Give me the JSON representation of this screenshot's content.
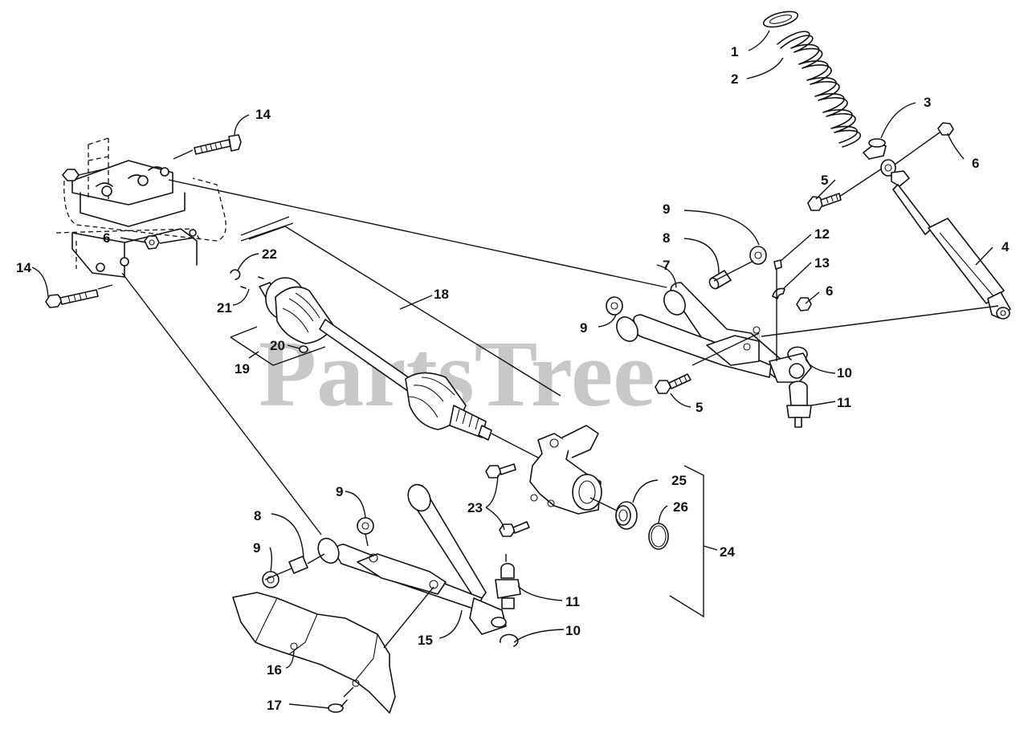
{
  "watermark": {
    "text": "PartsTree",
    "trademark": "™",
    "color": "#9a9a9a"
  },
  "callouts": {
    "c1": "1",
    "c2": "2",
    "c3": "3",
    "c4": "4",
    "c5a": "5",
    "c5b": "5",
    "c6a": "6",
    "c6b": "6",
    "c6c": "6",
    "c7": "7",
    "c8a": "8",
    "c8b": "8",
    "c9a": "9",
    "c9b": "9",
    "c9c": "9",
    "c9d": "9",
    "c10a": "10",
    "c10b": "10",
    "c11a": "11",
    "c11b": "11",
    "c12": "12",
    "c13": "13",
    "c14a": "14",
    "c14b": "14",
    "c15": "15",
    "c16": "16",
    "c17": "17",
    "c18": "18",
    "c19": "19",
    "c20": "20",
    "c21": "21",
    "c22": "22",
    "c23": "23",
    "c24": "24",
    "c25": "25",
    "c26": "26"
  },
  "colors": {
    "line": "#111111",
    "background": "#ffffff"
  }
}
